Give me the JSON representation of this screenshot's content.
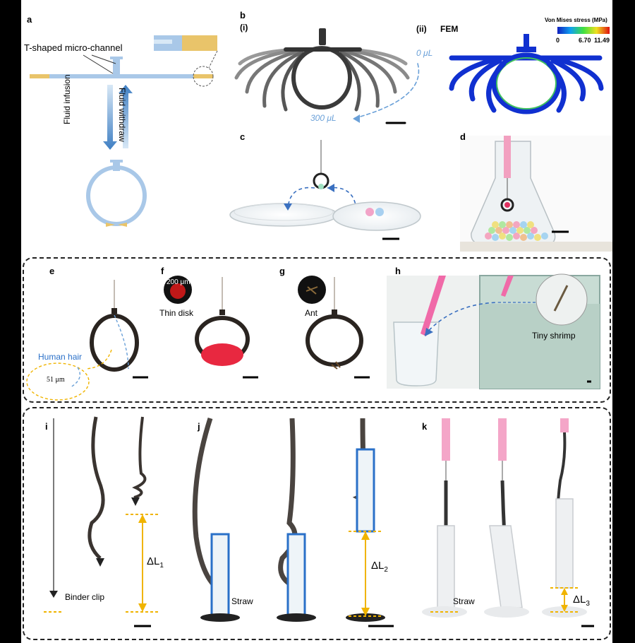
{
  "panels": {
    "a": "a",
    "b": "b",
    "c": "c",
    "d": "d",
    "e": "e",
    "f": "f",
    "g": "g",
    "h": "h",
    "i": "i",
    "j": "j",
    "k": "k"
  },
  "panel_a": {
    "channel_label": "T-shaped micro-channel",
    "infusion_label": "Fluid infusion",
    "withdraw_label": "Fluid withdraw"
  },
  "panel_b": {
    "sub_i": "(i)",
    "sub_ii": "(ii)",
    "fem_label": "FEM",
    "volume_start": "0 μL",
    "volume_end": "300 μL",
    "colorbar_title": "Von Mises stress (MPa)",
    "colorbar_ticks": [
      "0",
      "6.70",
      "11.49"
    ]
  },
  "panel_e": {
    "hair_label": "Human hair",
    "hair_size": "51 μm"
  },
  "panel_f": {
    "disk_size": "200 μm",
    "disk_label": "Thin disk"
  },
  "panel_g": {
    "ant_label": "Ant"
  },
  "panel_h": {
    "shrimp_label": "Tiny shrimp"
  },
  "panel_i": {
    "clip_label": "Binder clip",
    "delta_label": "ΔL",
    "delta_sub": "1"
  },
  "panel_j": {
    "straw_label": "Straw",
    "delta_label": "ΔL",
    "delta_sub": "2"
  },
  "panel_k": {
    "straw_label": "Straw",
    "delta_label": "ΔL",
    "delta_sub": "3"
  },
  "colors": {
    "channel_blue": "#a9c8e8",
    "tip_yellow": "#e9c46a",
    "arrow_blue": "#4a90d9",
    "delta_orange": "#f0b400",
    "fem_blue": "#1030d0",
    "fem_green": "#40c060"
  }
}
